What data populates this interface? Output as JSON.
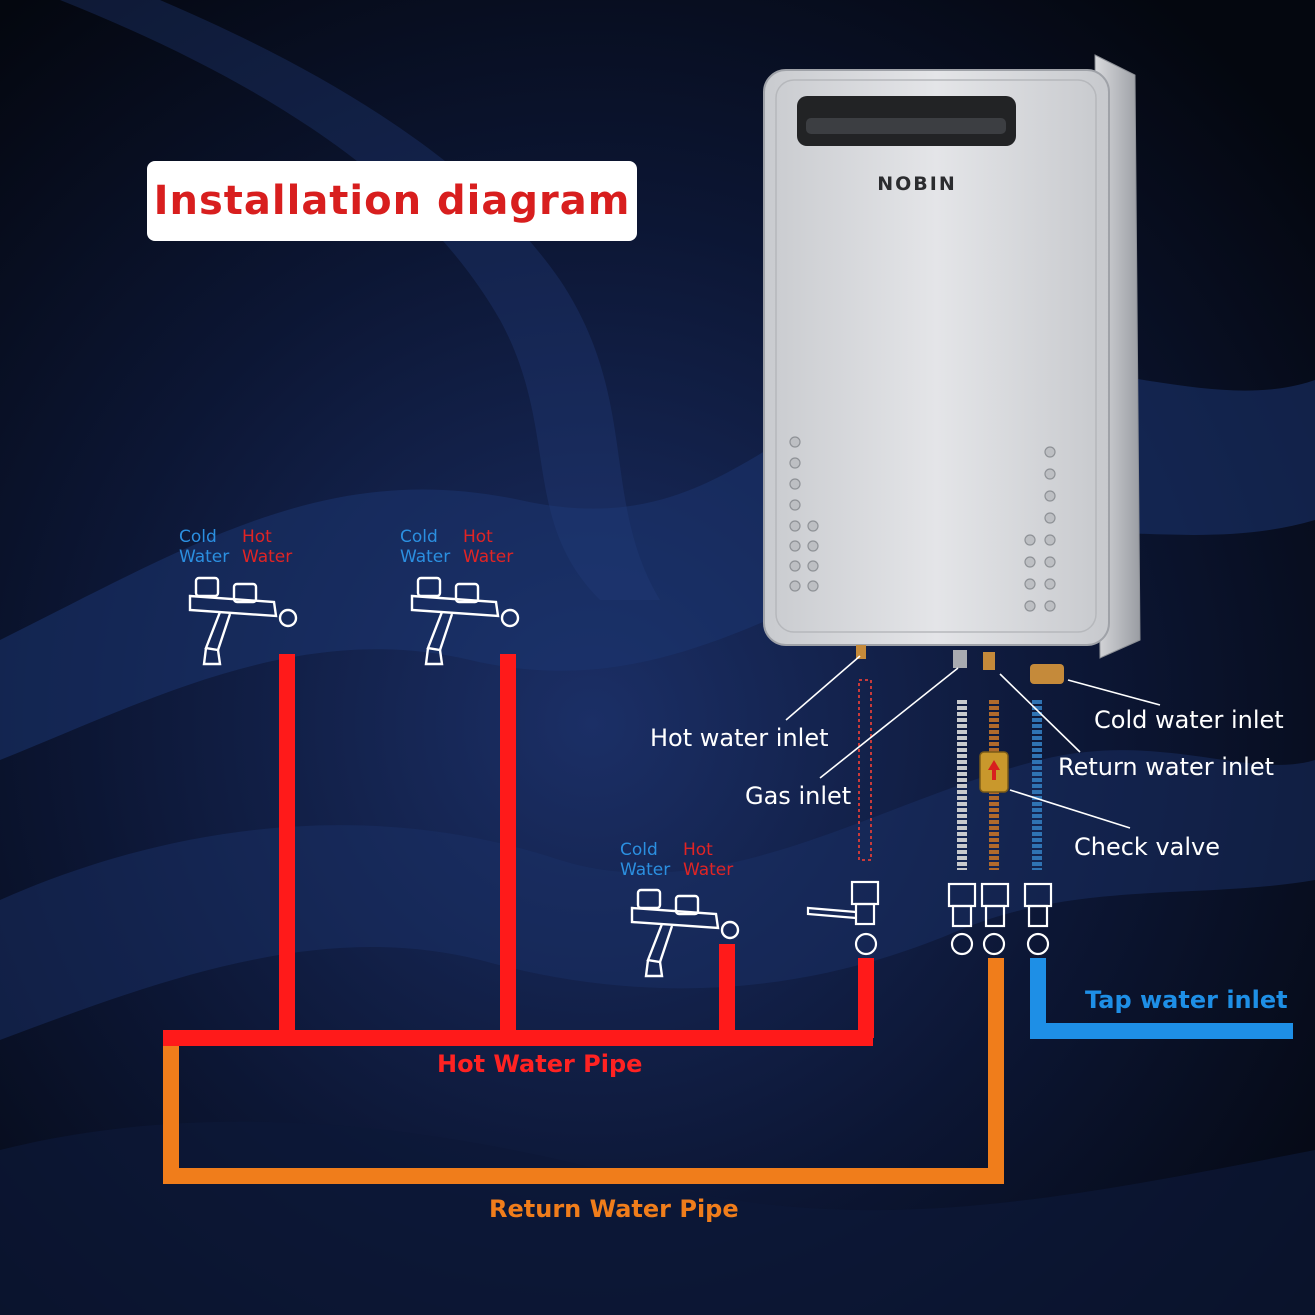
{
  "title": "Installation diagram",
  "brand": "NOBIN",
  "faucet_labels": {
    "cold_line1": "Cold",
    "cold_line2": "Water",
    "hot_line1": "Hot",
    "hot_line2": "Water"
  },
  "callouts": {
    "hot_water_inlet": "Hot water inlet",
    "gas_inlet": "Gas inlet",
    "cold_water_inlet": "Cold water inlet",
    "return_water_inlet": "Return water inlet",
    "check_valve": "Check valve"
  },
  "pipes": {
    "hot": "Hot Water Pipe",
    "return": "Return Water Pipe",
    "tap": "Tap water inlet"
  },
  "colors": {
    "hot_pipe": "#ff1a1a",
    "return_pipe": "#f07d1b",
    "tap_pipe": "#1e8fe6",
    "title_text": "#d81e1e"
  }
}
